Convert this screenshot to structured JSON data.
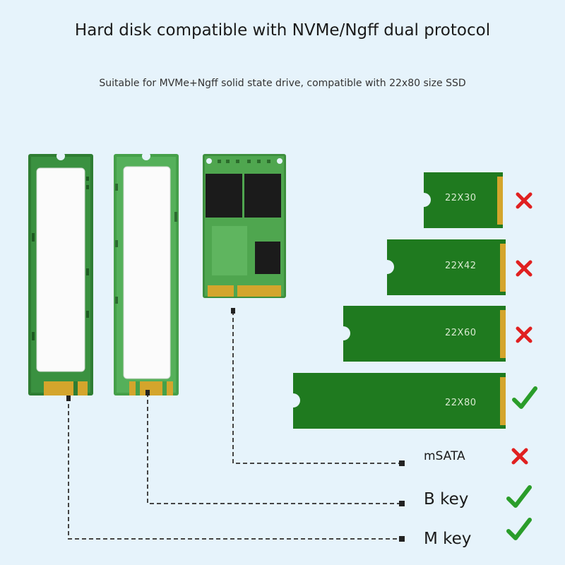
{
  "header": {
    "title": "Hard disk compatible with NVMe/Ngff dual protocol",
    "subtitle": "Suitable for MVMe+Ngff solid state drive, compatible with 22x80 size SSD"
  },
  "sizes": [
    {
      "label": "22X30",
      "compatible": false
    },
    {
      "label": "22X42",
      "compatible": false
    },
    {
      "label": "22X60",
      "compatible": false
    },
    {
      "label": "22X80",
      "compatible": true
    }
  ],
  "interfaces": [
    {
      "label": "mSATA",
      "compatible": false
    },
    {
      "label": "B key",
      "compatible": true
    },
    {
      "label": "M key",
      "compatible": true
    }
  ],
  "colors": {
    "background": "#e6f3fb",
    "board_green": "#2e7d32",
    "size_card_green": "#1f7a1f",
    "check": "#2a9d2a",
    "cross": "#e02020"
  },
  "icons": {
    "compatible": "check-icon",
    "incompatible": "cross-icon"
  }
}
